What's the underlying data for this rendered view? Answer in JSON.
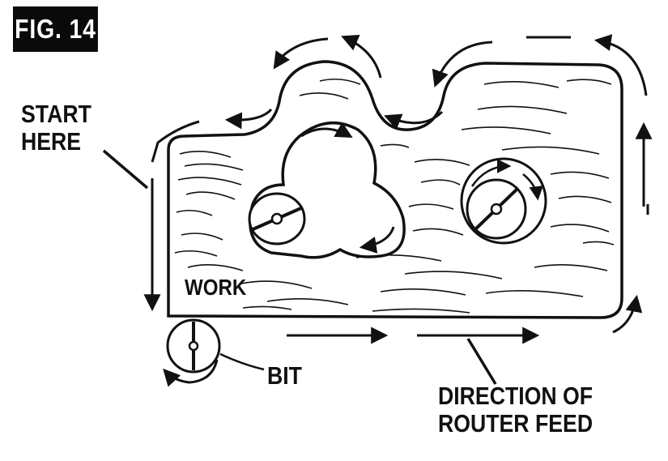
{
  "figure": {
    "tag": "FIG. 14"
  },
  "labels": {
    "start_line1": "START",
    "start_line2": "HERE",
    "work": "WORK",
    "bit": "BIT",
    "direction_line1": "DIRECTION OF",
    "direction_line2": "ROUTER FEED"
  },
  "colors": {
    "ink": "#111111",
    "background": "#ffffff",
    "tag_background": "#0a0a0a"
  }
}
